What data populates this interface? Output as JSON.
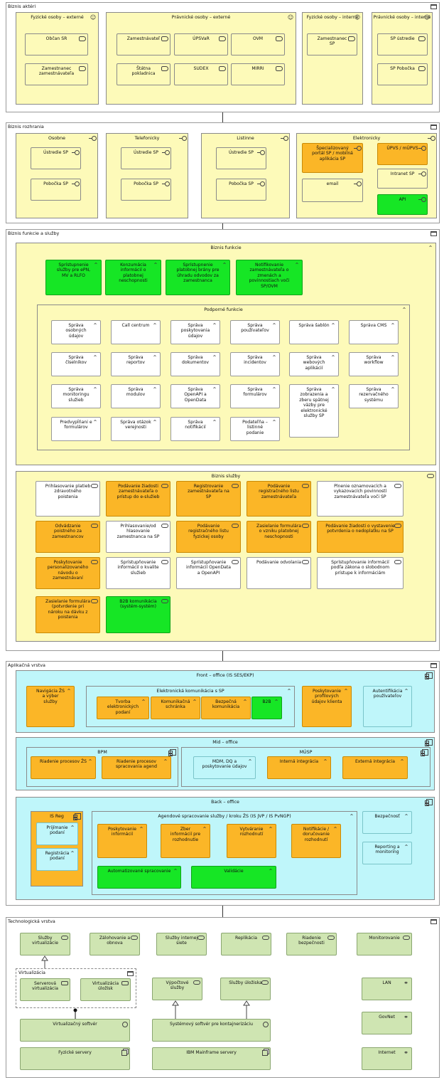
{
  "sections": {
    "actors": "Biznis aktéri",
    "interfaces": "Biznis rozhrania",
    "functions": "Biznis funkcie a služby",
    "app": "Aplikačná vrstva",
    "tech": "Technologická vrstva"
  },
  "actors": {
    "g1": {
      "title": "Fyzické osoby – externé",
      "items": [
        "Občan SR",
        "Zamestnanec zamestnávateľa"
      ]
    },
    "g2": {
      "title": "Právnické osoby – externé",
      "items": [
        "Zamestnávateľ",
        "ÚPSVaR",
        "OVM",
        "Štátna pokladnica",
        "SUDEX",
        "MIRRI"
      ]
    },
    "g3": {
      "title": "Fyzické osoby – interné",
      "items": [
        "Zamestnanec SP"
      ]
    },
    "g4": {
      "title": "Právnické osoby – interné",
      "items": [
        "SP ústredie",
        "SP Pobočka"
      ]
    }
  },
  "interfaces": {
    "g1": {
      "title": "Osobne",
      "items": [
        "Ústredie SP",
        "Pobočka SP"
      ]
    },
    "g2": {
      "title": "Telefonicky",
      "items": [
        "Ústredie SP",
        "Pobočka SP"
      ]
    },
    "g3": {
      "title": "Listinne",
      "items": [
        "Ústredie SP",
        "Pobočka SP"
      ]
    },
    "g4": {
      "title": "Elektronicky",
      "items": [
        "Špecializovaný portál SP / mobilná aplikácia SP",
        "ÚPVS / mÚPVS",
        "Intranet SP",
        "email",
        "API"
      ]
    }
  },
  "functions": {
    "title": "Biznis funkcie",
    "green": [
      "Sprístupnenie služby pre ePN, MV a RLFO",
      "Konzumácia informácií o platobnej neschopnosti",
      "Sprístupnenie platobnej brány pre úhradu odvodov za zamestnanca",
      "Notifikovanie zamestnávateľa o zmenách a povinnostiach voči SP/OVM"
    ],
    "support_title": "Podporné funkcie",
    "support": [
      "Správa osobných údajov",
      "Call centrum",
      "Správa poskytovania údajov",
      "Správa používateľov",
      "Správa šablón",
      "Správa CMS",
      "Správa číselníkov",
      "Správa reportov",
      "Správa dokumentov",
      "Správa incidentov",
      "Správa webových aplikácií",
      "Správa workflow",
      "Správa monitoringu služieb",
      "Správa modulov",
      "Správa OpenAPI a OpenData",
      "Správa formulárov",
      "Správa zobrazenia a zberu spätnej väzby pre elektronické služby SP",
      "Správa rezervačného systému",
      "Predvypĺňani e formulárov",
      "Správa otázok verejnosti",
      "Správa notifikácií",
      "Podateľňa – listinné podanie"
    ]
  },
  "services": {
    "title": "Biznis služby",
    "items": [
      "Prihlasovanie platieb zdravotného poistenia",
      "Podávanie žiadosti zamestnávateľa o prístup do e-služieb",
      "Registrovanie zamestnávateľa na SP",
      "Podávanie registračného listu zamestnávateľa",
      "Plnenie oznamovacích a vykazovacích povinností zamestnávateľa voči SP",
      "Odvádzanie poistného za zamestnancov",
      "Prihlasovanie/od hlasovanie zamestnanca na SP",
      "Podávanie registračného listu fyzickej osoby",
      "Zasielanie formulára o vzniku platobnej neschopnosti",
      "Podávanie žiadosti o vystavenie potvrdenia o nedoplatku na SP",
      "Poskytovanie personalizovaného návodu o zamestnávaní",
      "Sprístupňovanie informácií o kvalite služieb",
      "Sprístupňovanie informácií OpenData a OpenAPI",
      "Podávanie odvolania",
      "Sprístupňovanie informácií podľa zákona o slobodnom prístupe k informáciám",
      "Zasielanie formulára (potvrdenie pri nároku na dávku z poistenia",
      "B2B komunikácia (systém-systém)"
    ]
  },
  "app": {
    "front": {
      "title": "Front – office (IS SES/EKP)",
      "nav": "Navigácia ŽS a výber služby",
      "ek_title": "Elektronická komunikácia s SP",
      "ek": [
        "Tvorba elektronických podaní",
        "Komunikačná schránka",
        "Bezpečná komunikácia",
        "B2B"
      ],
      "profile": "Poskytovanie profilových údajov klienta",
      "auth": "Autentifikácia používateľov"
    },
    "mid": {
      "title": "Mid – office",
      "bpm_title": "BPM",
      "bpm": [
        "Riadenie procesov ŽS",
        "Riadenie procesov spracovania agend"
      ],
      "musp_title": "MÚSP",
      "musp": [
        "MDM, DQ a poskytovanie údajov",
        "Interná integrácia",
        "Externá integrácia"
      ]
    },
    "back": {
      "title": "Back – office",
      "isreg_title": "IS Reg",
      "isreg": [
        "Prijímanie podaní",
        "Registrácia podaní"
      ],
      "agenda_title": "Agendové spracovanie služby / kroku ŽS (IS JVP / IS PvNGP)",
      "agenda": [
        "Poskytovanie informácií",
        "Zber informácií pre rozhodnutie",
        "Vytváranie rozhodnutí",
        "Notifikácie / doručovanie rozhodnutí",
        "Automatizované spracovanie",
        "Validácie"
      ],
      "right": [
        "Bezpečnosť",
        "Reporting a monitoring"
      ]
    }
  },
  "tech": {
    "services": [
      "Služby virtualizácie",
      "Zálohovanie a obnova",
      "Služby internej siete",
      "Replikácia",
      "Riadenie bezpečnosti",
      "Monitorovanie"
    ],
    "virt_title": "Virtualizácia",
    "virt": [
      "Serverová virtualizácia",
      "Virtualizácia úložísk"
    ],
    "mid": [
      "Výpočtové služby",
      "Služby úložiska"
    ],
    "sw": [
      "Virtualizačný softvér",
      "Systémový softvér pre kontajnerizáciu"
    ],
    "hw": [
      "Fyzické servery",
      "IBM Mainframe servery"
    ],
    "net": [
      "LAN",
      "GovNet",
      "Internet"
    ]
  }
}
